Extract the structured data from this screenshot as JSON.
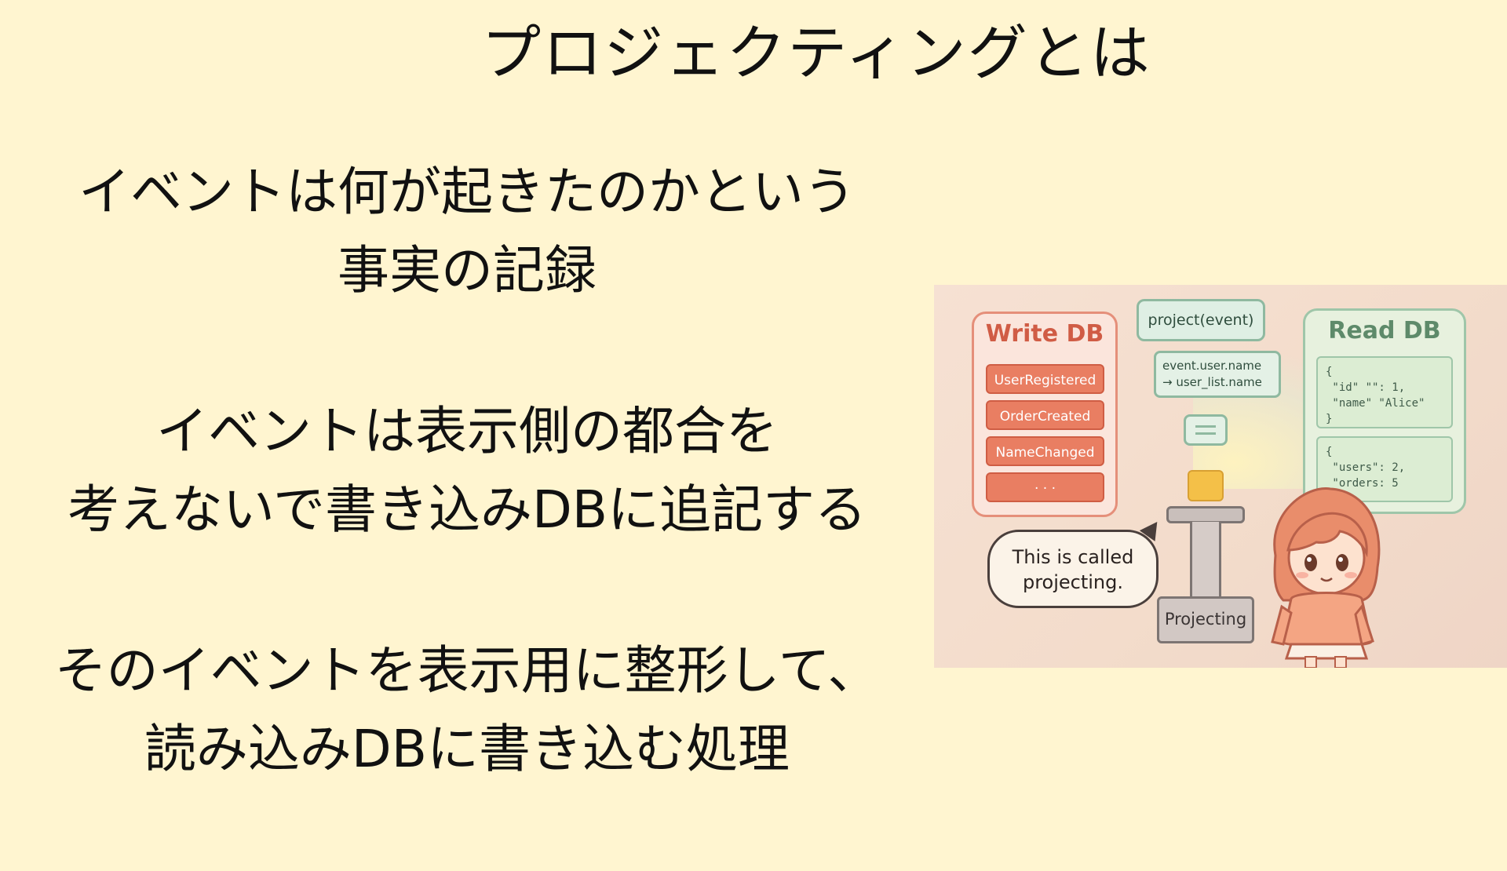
{
  "slide": {
    "title": "プロジェクティングとは",
    "bullets": [
      {
        "lines": [
          "イベントは何が起きたのかという",
          "事実の記録"
        ]
      },
      {
        "lines": [
          "イベントは表示側の都合を",
          "考えないで書き込みDBに追記する"
        ]
      },
      {
        "lines": [
          "そのイベントを表示用に整形して、",
          "読み込みDBに書き込む処理"
        ]
      }
    ]
  },
  "illustration": {
    "write_db": {
      "title": "Write DB",
      "events": [
        "UserRegistered",
        "OrderCreated",
        "NameChanged",
        "· · ·"
      ]
    },
    "function_label": "project(event)",
    "mapping": [
      "event.user.name",
      "→ user_list.name"
    ],
    "read_db": {
      "title": "Read DB",
      "card1": "{\n \"id\" \"\": 1,\n \"name\" \"Alice\"\n}",
      "card2": "{\n \"users\": 2,\n \"orders: 5"
    },
    "speech": [
      "This is called",
      "projecting."
    ],
    "pedestal_label": "Projecting",
    "colors": {
      "background": "#fff5d0",
      "write_accent": "#e97e62",
      "read_accent": "#9fc6a9",
      "cube": "#f4c048"
    }
  }
}
